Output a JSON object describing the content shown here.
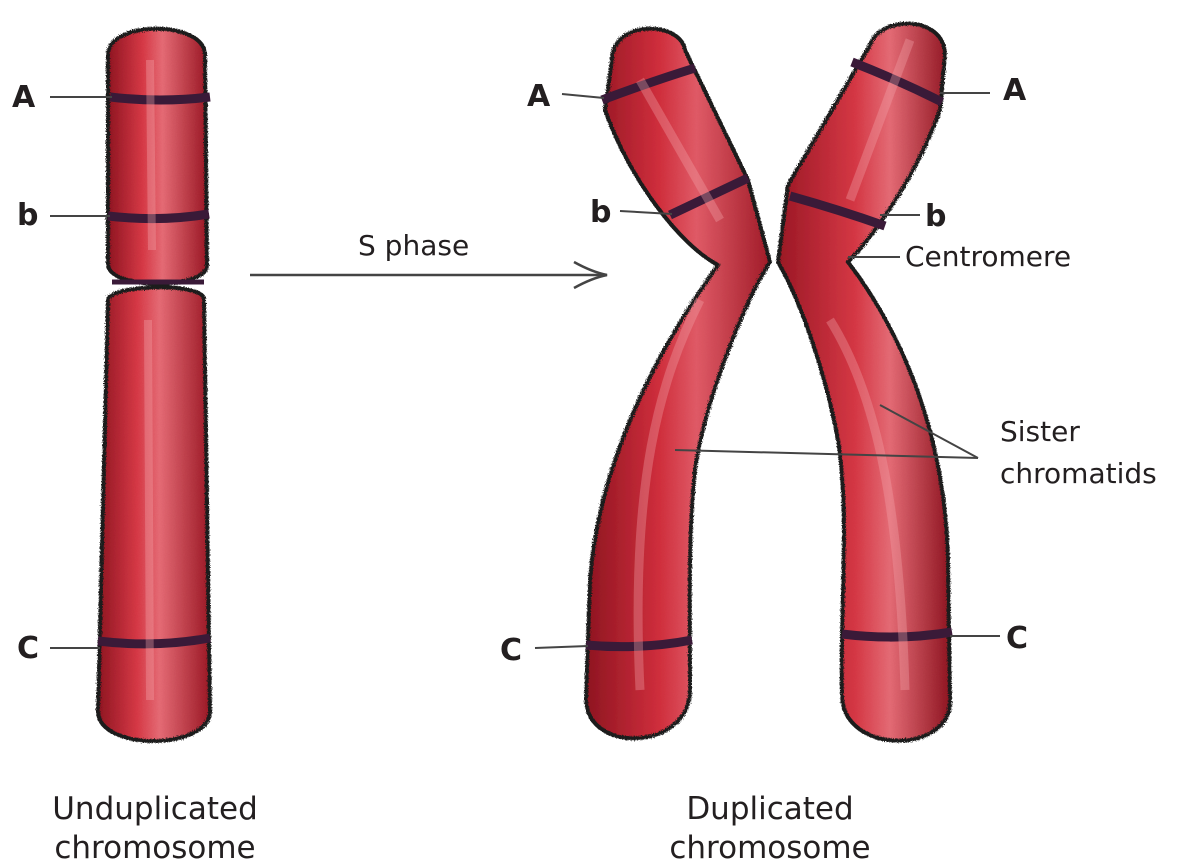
{
  "diagram": {
    "unduplicated": {
      "labels": {
        "a": "A",
        "b": "b",
        "c": "C"
      },
      "caption_line1": "Unduplicated",
      "caption_line2": "chromosome"
    },
    "transition": {
      "label": "S phase"
    },
    "duplicated": {
      "labels": {
        "a_left": "A",
        "a_right": "A",
        "b_left": "b",
        "b_right": "b",
        "c_left": "C",
        "c_right": "C"
      },
      "centromere_label": "Centromere",
      "sister_line1": "Sister",
      "sister_line2": "chromatids",
      "caption_line1": "Duplicated",
      "caption_line2": "chromosome"
    }
  },
  "colors": {
    "chromosome_fill": "#c42532",
    "chromosome_highlight": "#e8707a",
    "chromosome_shadow": "#8e1521",
    "outline": "#1c1c1c",
    "band": "#3a1a38",
    "leader_line": "#444444",
    "text": "#231f20"
  }
}
